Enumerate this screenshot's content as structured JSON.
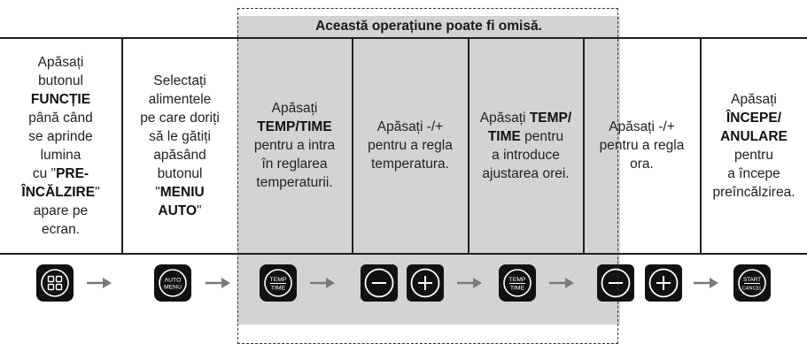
{
  "optional_header": "Această operațiune poate fi omisă.",
  "steps": [
    {
      "parts": [
        {
          "t": "Apăsați",
          "b": false
        },
        {
          "br": true
        },
        {
          "t": "butonul",
          "b": false
        },
        {
          "br": true
        },
        {
          "t": "FUNCȚIE",
          "b": true
        },
        {
          "br": true
        },
        {
          "t": "până când",
          "b": false
        },
        {
          "br": true
        },
        {
          "t": "se aprinde",
          "b": false
        },
        {
          "br": true
        },
        {
          "t": "lumina",
          "b": false
        },
        {
          "br": true
        },
        {
          "t": "cu \"",
          "b": false
        },
        {
          "t": "PRE-",
          "b": true
        },
        {
          "br": true
        },
        {
          "t": "ÎNCĂLZIRE",
          "b": true
        },
        {
          "t": "\"",
          "b": false
        },
        {
          "br": true
        },
        {
          "t": "apare pe",
          "b": false
        },
        {
          "br": true
        },
        {
          "t": "ecran.",
          "b": false
        }
      ]
    },
    {
      "parts": [
        {
          "t": "Selectați",
          "b": false
        },
        {
          "br": true
        },
        {
          "t": "alimentele",
          "b": false
        },
        {
          "br": true
        },
        {
          "t": "pe care doriți",
          "b": false
        },
        {
          "br": true
        },
        {
          "t": "să le gătiți",
          "b": false
        },
        {
          "br": true
        },
        {
          "t": "apăsând",
          "b": false
        },
        {
          "br": true
        },
        {
          "t": "butonul",
          "b": false
        },
        {
          "br": true
        },
        {
          "t": "\"",
          "b": false
        },
        {
          "t": "MENIU",
          "b": true
        },
        {
          "br": true
        },
        {
          "t": "AUTO",
          "b": true
        },
        {
          "t": "\"",
          "b": false
        }
      ]
    },
    {
      "parts": [
        {
          "t": "Apăsați",
          "b": false
        },
        {
          "br": true
        },
        {
          "t": "TEMP/TIME",
          "b": true
        },
        {
          "br": true
        },
        {
          "t": "pentru a intra",
          "b": false
        },
        {
          "br": true
        },
        {
          "t": "în reglarea",
          "b": false
        },
        {
          "br": true
        },
        {
          "t": "temperaturii.",
          "b": false
        }
      ]
    },
    {
      "parts": [
        {
          "t": "Apăsați -/+",
          "b": false
        },
        {
          "br": true
        },
        {
          "t": "pentru a regla",
          "b": false
        },
        {
          "br": true
        },
        {
          "t": "temperatura.",
          "b": false
        }
      ]
    },
    {
      "parts": [
        {
          "t": "Apăsați ",
          "b": false
        },
        {
          "t": "TEMP/",
          "b": true
        },
        {
          "br": true
        },
        {
          "t": "TIME",
          "b": true
        },
        {
          "t": " pentru",
          "b": false
        },
        {
          "br": true
        },
        {
          "t": "a introduce",
          "b": false
        },
        {
          "br": true
        },
        {
          "t": "ajustarea orei.",
          "b": false
        }
      ]
    },
    {
      "parts": [
        {
          "t": "Apăsați -/+",
          "b": false
        },
        {
          "br": true
        },
        {
          "t": "pentru a regla",
          "b": false
        },
        {
          "br": true
        },
        {
          "t": "ora.",
          "b": false
        }
      ]
    },
    {
      "parts": [
        {
          "t": "Apăsați",
          "b": false
        },
        {
          "br": true
        },
        {
          "t": "ÎNCEPE/",
          "b": true
        },
        {
          "br": true
        },
        {
          "t": "ANULARE",
          "b": true
        },
        {
          "br": true
        },
        {
          "t": "pentru",
          "b": false
        },
        {
          "br": true
        },
        {
          "t": "a începe",
          "b": false
        },
        {
          "br": true
        },
        {
          "t": "preîncălzirea.",
          "b": false
        }
      ]
    }
  ],
  "buttons": {
    "auto_menu": [
      "AUTO",
      "MENU"
    ],
    "temp_time": [
      "TEMP",
      "TIME"
    ],
    "start_cancel": [
      "START",
      "CANCEL"
    ]
  },
  "icons": [
    "function-grid-icon",
    "auto-menu-icon",
    "temp-time-icon",
    "minus-icon",
    "plus-icon",
    "arrow-right-icon",
    "start-cancel-icon"
  ],
  "colors": {
    "shaded_region": "#d3d3d3",
    "button_fill": "#111111",
    "arrow": "#7a7a7a"
  }
}
